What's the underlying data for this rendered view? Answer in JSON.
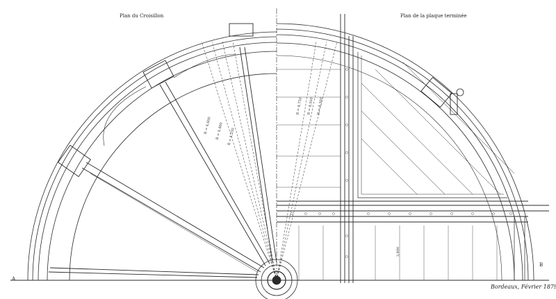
{
  "titles": {
    "left": "Plan du Croisillon",
    "right": "Plan de la plaque terminée"
  },
  "corner_labels": {
    "left": "A",
    "right": "B"
  },
  "signature": "Bordeaux, Février 1879",
  "dimension_labels": [
    {
      "text": "R = 4,600"
    },
    {
      "text": "R = 4,400"
    },
    {
      "text": "R = 4,250"
    },
    {
      "text": "R = 4,750"
    },
    {
      "text": "R = 4,500"
    },
    {
      "text": "R = 4,300"
    },
    {
      "text": "3,800"
    }
  ],
  "colors": {
    "ink": "#2a2a2a",
    "paper": "#ffffff"
  }
}
